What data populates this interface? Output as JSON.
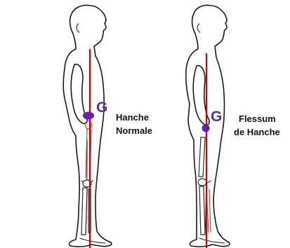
{
  "colors": {
    "gravity_line": "#d40000",
    "center_of_gravity": "#6a1fa8",
    "g_label": "#5a2ea6"
  },
  "figure_normal": {
    "g_label": "G",
    "caption_line1": "Hanche",
    "caption_line2": "Normale"
  },
  "figure_flexum": {
    "g_label": "G",
    "caption_line1": "Flessum",
    "caption_line2": "de Hanche"
  }
}
